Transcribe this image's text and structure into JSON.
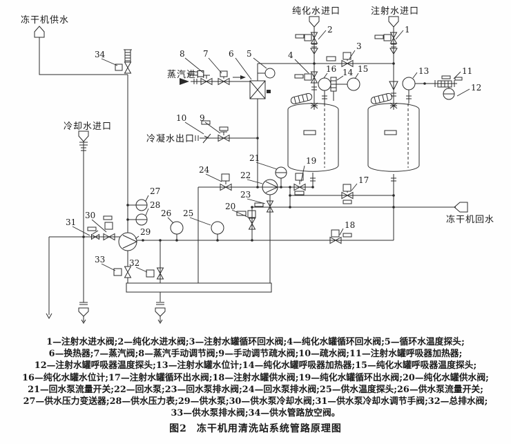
{
  "figure": {
    "caption_prefix": "图2",
    "caption_title": "冻干机用清洗站系统管路原理图"
  },
  "diagram": {
    "ports": {
      "freeze_dryer_supply": "冻干机供水",
      "purified_water_inlet": "纯化水进口",
      "injection_water_inlet": "注射水进口",
      "steam_inlet": "蒸汽进口",
      "condensate_outlet": "冷凝水出口",
      "cooling_water_inlet": "冷却水进口",
      "freeze_dryer_return": "冻干机回水"
    },
    "numbers": [
      "1",
      "2",
      "3",
      "4",
      "5",
      "6",
      "7",
      "8",
      "9",
      "10",
      "11",
      "12",
      "13",
      "14",
      "15",
      "16",
      "17",
      "18",
      "19",
      "20",
      "21",
      "22",
      "23",
      "24",
      "25",
      "26",
      "27",
      "28",
      "29",
      "30",
      "31",
      "32",
      "33",
      "34"
    ],
    "icons": {
      "port_arrow": "outline-pentagon-arrow",
      "flow_arrow": "solid-arrow",
      "drain": "funnel-air-gap"
    }
  },
  "legend": {
    "lines": [
      "1—注射水进水阀;2—纯化水进水阀;3—注射水罐循环回水阀;4—纯化水罐循环回水阀;5—循环水温度探头;",
      "6—换热器;7—蒸汽阀;8—蒸汽手动调节阀;9—手动调节疏水阀;10—疏水阀;11—注射水罐呼吸器加热器;",
      "12—注射水罐呼吸器温度探头;13—注射水罐水位计;14—纯化水罐呼吸器加热器;15—纯化水罐呼吸器温度探头;",
      "16—纯化水罐水位计;17—注射水罐循环出水阀;18—注射水罐供水阀;19—纯化水罐循环出水阀;20—纯化水罐供水阀;",
      "21—回水泵流量开关;22—回水泵;23—回水泵排水阀;24—回水泵排水阀;25—供水温度探头;26—供水泵流量开关;",
      "27—供水压力变送器;28—供水压力表;29—供水泵;30—供水泵冷却水阀;31—供水泵冷却水调节手阀;32—总排水阀;",
      "33—供水泵排水阀;34—供水管路放空阀。"
    ]
  }
}
